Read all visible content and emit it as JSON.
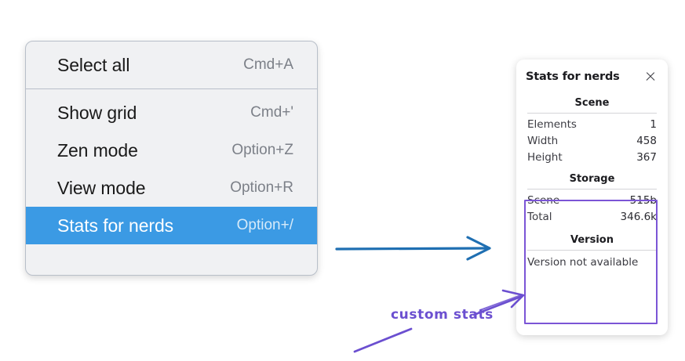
{
  "menu": {
    "groups": [
      {
        "items": [
          {
            "label": "Select all",
            "accel": "Cmd+A",
            "selected": false
          }
        ]
      },
      {
        "items": [
          {
            "label": "Show grid",
            "accel": "Cmd+'",
            "selected": false
          },
          {
            "label": "Zen mode",
            "accel": "Option+Z",
            "selected": false
          },
          {
            "label": "View mode",
            "accel": "Option+R",
            "selected": false
          },
          {
            "label": "Stats for nerds",
            "accel": "Option+/",
            "selected": true
          }
        ]
      }
    ],
    "highlight_color": "#3b9ae4"
  },
  "stats_panel": {
    "title": "Stats for nerds",
    "close_icon": "close-icon",
    "sections": [
      {
        "heading": "Scene",
        "rows": [
          {
            "label": "Elements",
            "value": "1"
          },
          {
            "label": "Width",
            "value": "458"
          },
          {
            "label": "Height",
            "value": "367"
          }
        ]
      },
      {
        "heading": "Storage",
        "rows": [
          {
            "label": "Scene",
            "value": "515b"
          },
          {
            "label": "Total",
            "value": "346.6k"
          }
        ]
      },
      {
        "heading": "Version",
        "note": "Version not available",
        "rows": []
      }
    ]
  },
  "annotations": {
    "callout_label": "custom stats",
    "arrow_color_blue": "#1f6fb2",
    "arrow_color_purple": "#6b4fd0",
    "highlight_box_color": "#7b55d6"
  }
}
